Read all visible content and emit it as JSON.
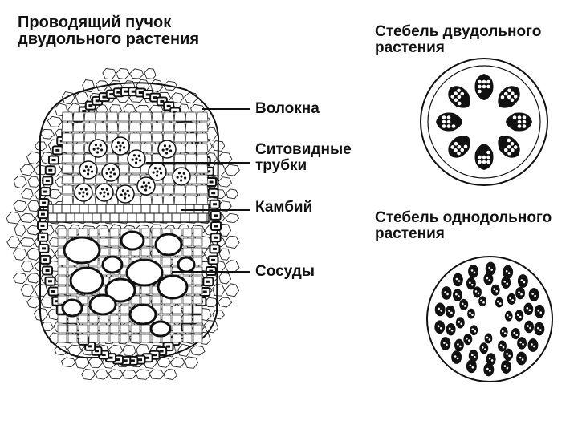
{
  "main_diagram": {
    "title_line1": "Проводящий пучок",
    "title_line2": "двудольного растения",
    "labels": {
      "fibers": "Волокна",
      "sieve_line1": "Ситовидные",
      "sieve_line2": "трубки",
      "cambium": "Камбий",
      "vessels": "Сосуды"
    }
  },
  "dicot_stem": {
    "title_line1": "Стебель двудольного",
    "title_line2": "растения"
  },
  "monocot_stem": {
    "title_line1": "Стебель однодольного",
    "title_line2": "растения"
  }
}
